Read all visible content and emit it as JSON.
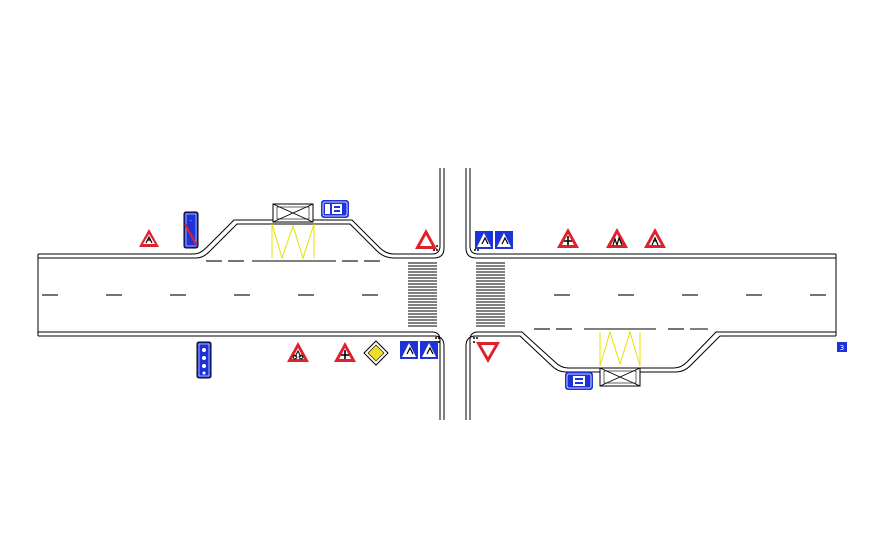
{
  "drawing": {
    "background": "#ffffff",
    "line_color": "#000000",
    "sign_red": "#e0202a",
    "sign_blue": "#1d33d8",
    "sign_yellow": "#f2dc2a",
    "bay_marking_color": "#e8e000"
  },
  "signs": [
    {
      "name": "warning-sign-pedestrian-icon",
      "shape": "triangle-up"
    },
    {
      "name": "no-stopping-zone-end-sign-icon",
      "shape": "blue-rect-red-slash"
    },
    {
      "name": "bus-stop-sign-icon",
      "shape": "blue-rect"
    },
    {
      "name": "give-way-triangle-hollow-icon",
      "shape": "triangle-up-outline"
    },
    {
      "name": "crosswalk-sign-pair-icon",
      "shape": "blue-square-pair"
    },
    {
      "name": "warning-sign-crossroads-icon",
      "shape": "triangle-up"
    },
    {
      "name": "warning-sign-children-icon",
      "shape": "triangle-up"
    },
    {
      "name": "warning-sign-pedestrian-2-icon",
      "shape": "triangle-up"
    },
    {
      "name": "parking-column-sign-icon",
      "shape": "blue-rect"
    },
    {
      "name": "warning-sign-cyclist-icon",
      "shape": "triangle-up"
    },
    {
      "name": "warning-sign-crossroads-2-icon",
      "shape": "triangle-up"
    },
    {
      "name": "priority-road-diamond-icon",
      "shape": "diamond"
    },
    {
      "name": "crosswalk-sign-pair-2-icon",
      "shape": "blue-square-pair"
    },
    {
      "name": "yield-triangle-down-icon",
      "shape": "triangle-down"
    },
    {
      "name": "bus-stop-sign-2-icon",
      "shape": "blue-rect"
    },
    {
      "name": "small-blue-marker-icon",
      "shape": "blue-small"
    }
  ],
  "marker_label": "3"
}
